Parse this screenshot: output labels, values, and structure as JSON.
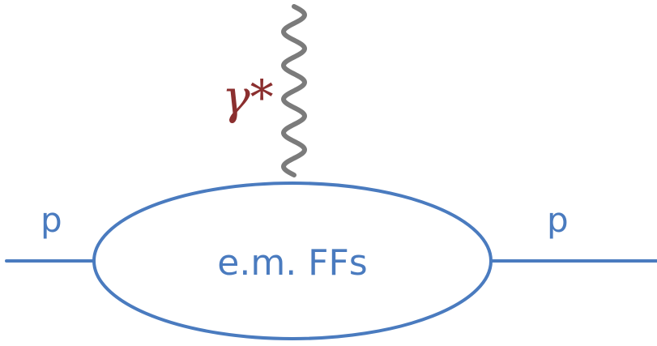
{
  "diagram": {
    "photon_symbol": "γ*",
    "blob_label": "e.m. FFs",
    "incoming_label": "p",
    "outgoing_label": "p"
  },
  "colors": {
    "line": "#4a7bbf",
    "text": "#4a7bbf",
    "photon_line": "#7b7b7b",
    "photon_label": "#8b2f2f",
    "background": "#ffffff"
  }
}
